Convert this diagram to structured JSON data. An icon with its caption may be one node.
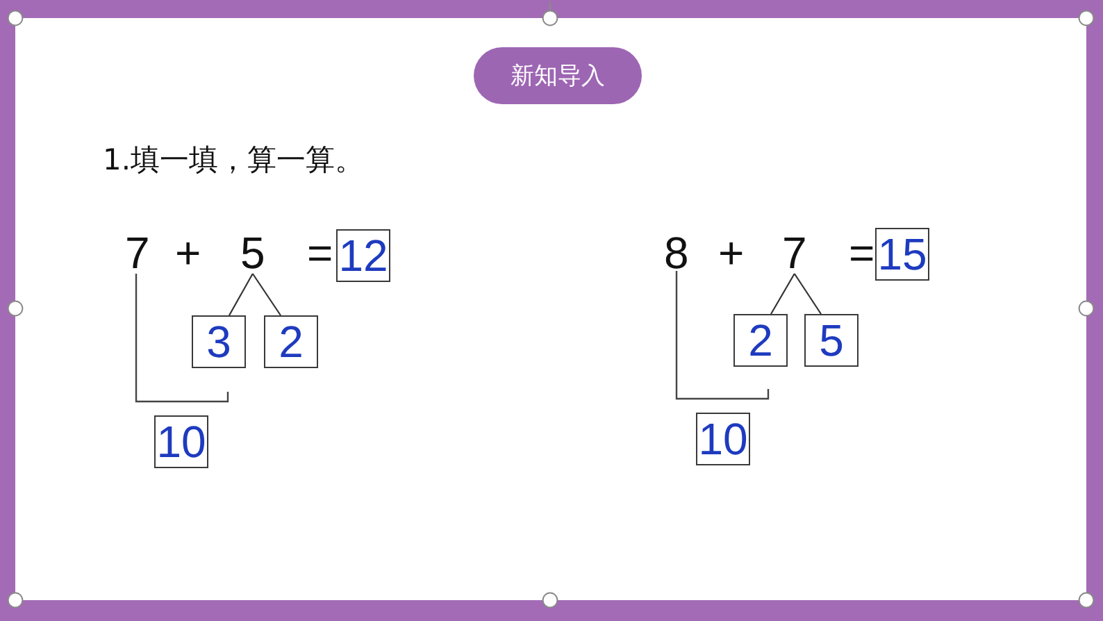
{
  "diagram": {
    "nodes": [
      {
        "text": [
          "新知导入"
        ]
      },
      {
        "text": [
          "5"
        ]
      },
      {
        "text": [
          "12"
        ]
      },
      {
        "text": [
          "3"
        ]
      },
      {
        "text": [
          "2"
        ]
      },
      {
        "text": [
          "10"
        ]
      },
      {
        "text": [
          "7"
        ]
      },
      {
        "text": [
          "15"
        ]
      },
      {
        "text": [
          "2"
        ]
      },
      {
        "text": [
          "5"
        ]
      },
      {
        "text": [
          "10"
        ]
      }
    ],
    "edges": [
      {
        "from": 1,
        "to": 3,
        "arrow": "none"
      },
      {
        "from": 1,
        "to": 4,
        "arrow": "none"
      },
      {
        "from": 6,
        "to": 8,
        "arrow": "none"
      },
      {
        "from": 6,
        "to": 9,
        "arrow": "none"
      }
    ],
    "labels": [
      "1.填一填，算一算。",
      "7",
      "+",
      "=",
      "8",
      "+",
      "="
    ]
  }
}
